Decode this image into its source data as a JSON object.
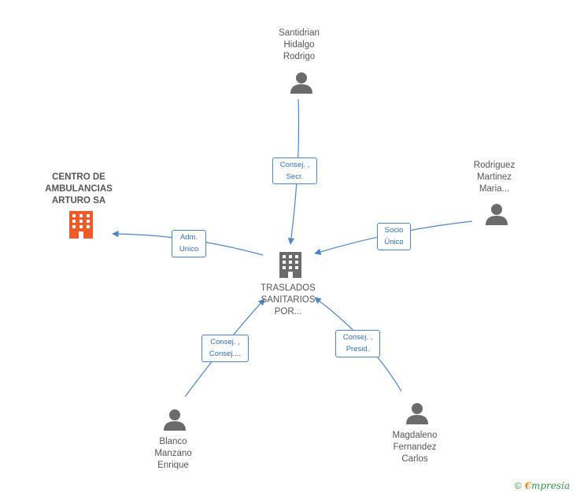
{
  "nodes": {
    "center": {
      "label": "TRASLADOS\nSANITARIOS\nPOR..."
    },
    "company": {
      "label": "CENTRO DE\nAMBULANCIAS\nARTURO SA"
    },
    "person_top": {
      "label": "Santidrian\nHidalgo\nRodrigo"
    },
    "person_right": {
      "label": "Rodriguez\nMartinez\nMaria..."
    },
    "person_bottom_left": {
      "label": "Blanco\nManzano\nEnrique"
    },
    "person_bottom_right": {
      "label": "Magdaleno\nFernandez\nCarlos"
    }
  },
  "edges": {
    "top": {
      "label": "Consej. ,\nSecr."
    },
    "company": {
      "label": "Adm.\nUnico"
    },
    "right": {
      "label": "Socio\nÚnico"
    },
    "bottom_left": {
      "label": "Consej. ,\nConsej...."
    },
    "bottom_right": {
      "label": "Consej. ,\nPresid."
    }
  },
  "footer": {
    "copyright": "©",
    "brand_first": "€",
    "brand_rest": "mpresia"
  },
  "colors": {
    "edge": "#4a86c8",
    "person_icon": "#6b6b6b",
    "center_icon": "#6b6b6b",
    "company_icon": "#f05a28"
  }
}
